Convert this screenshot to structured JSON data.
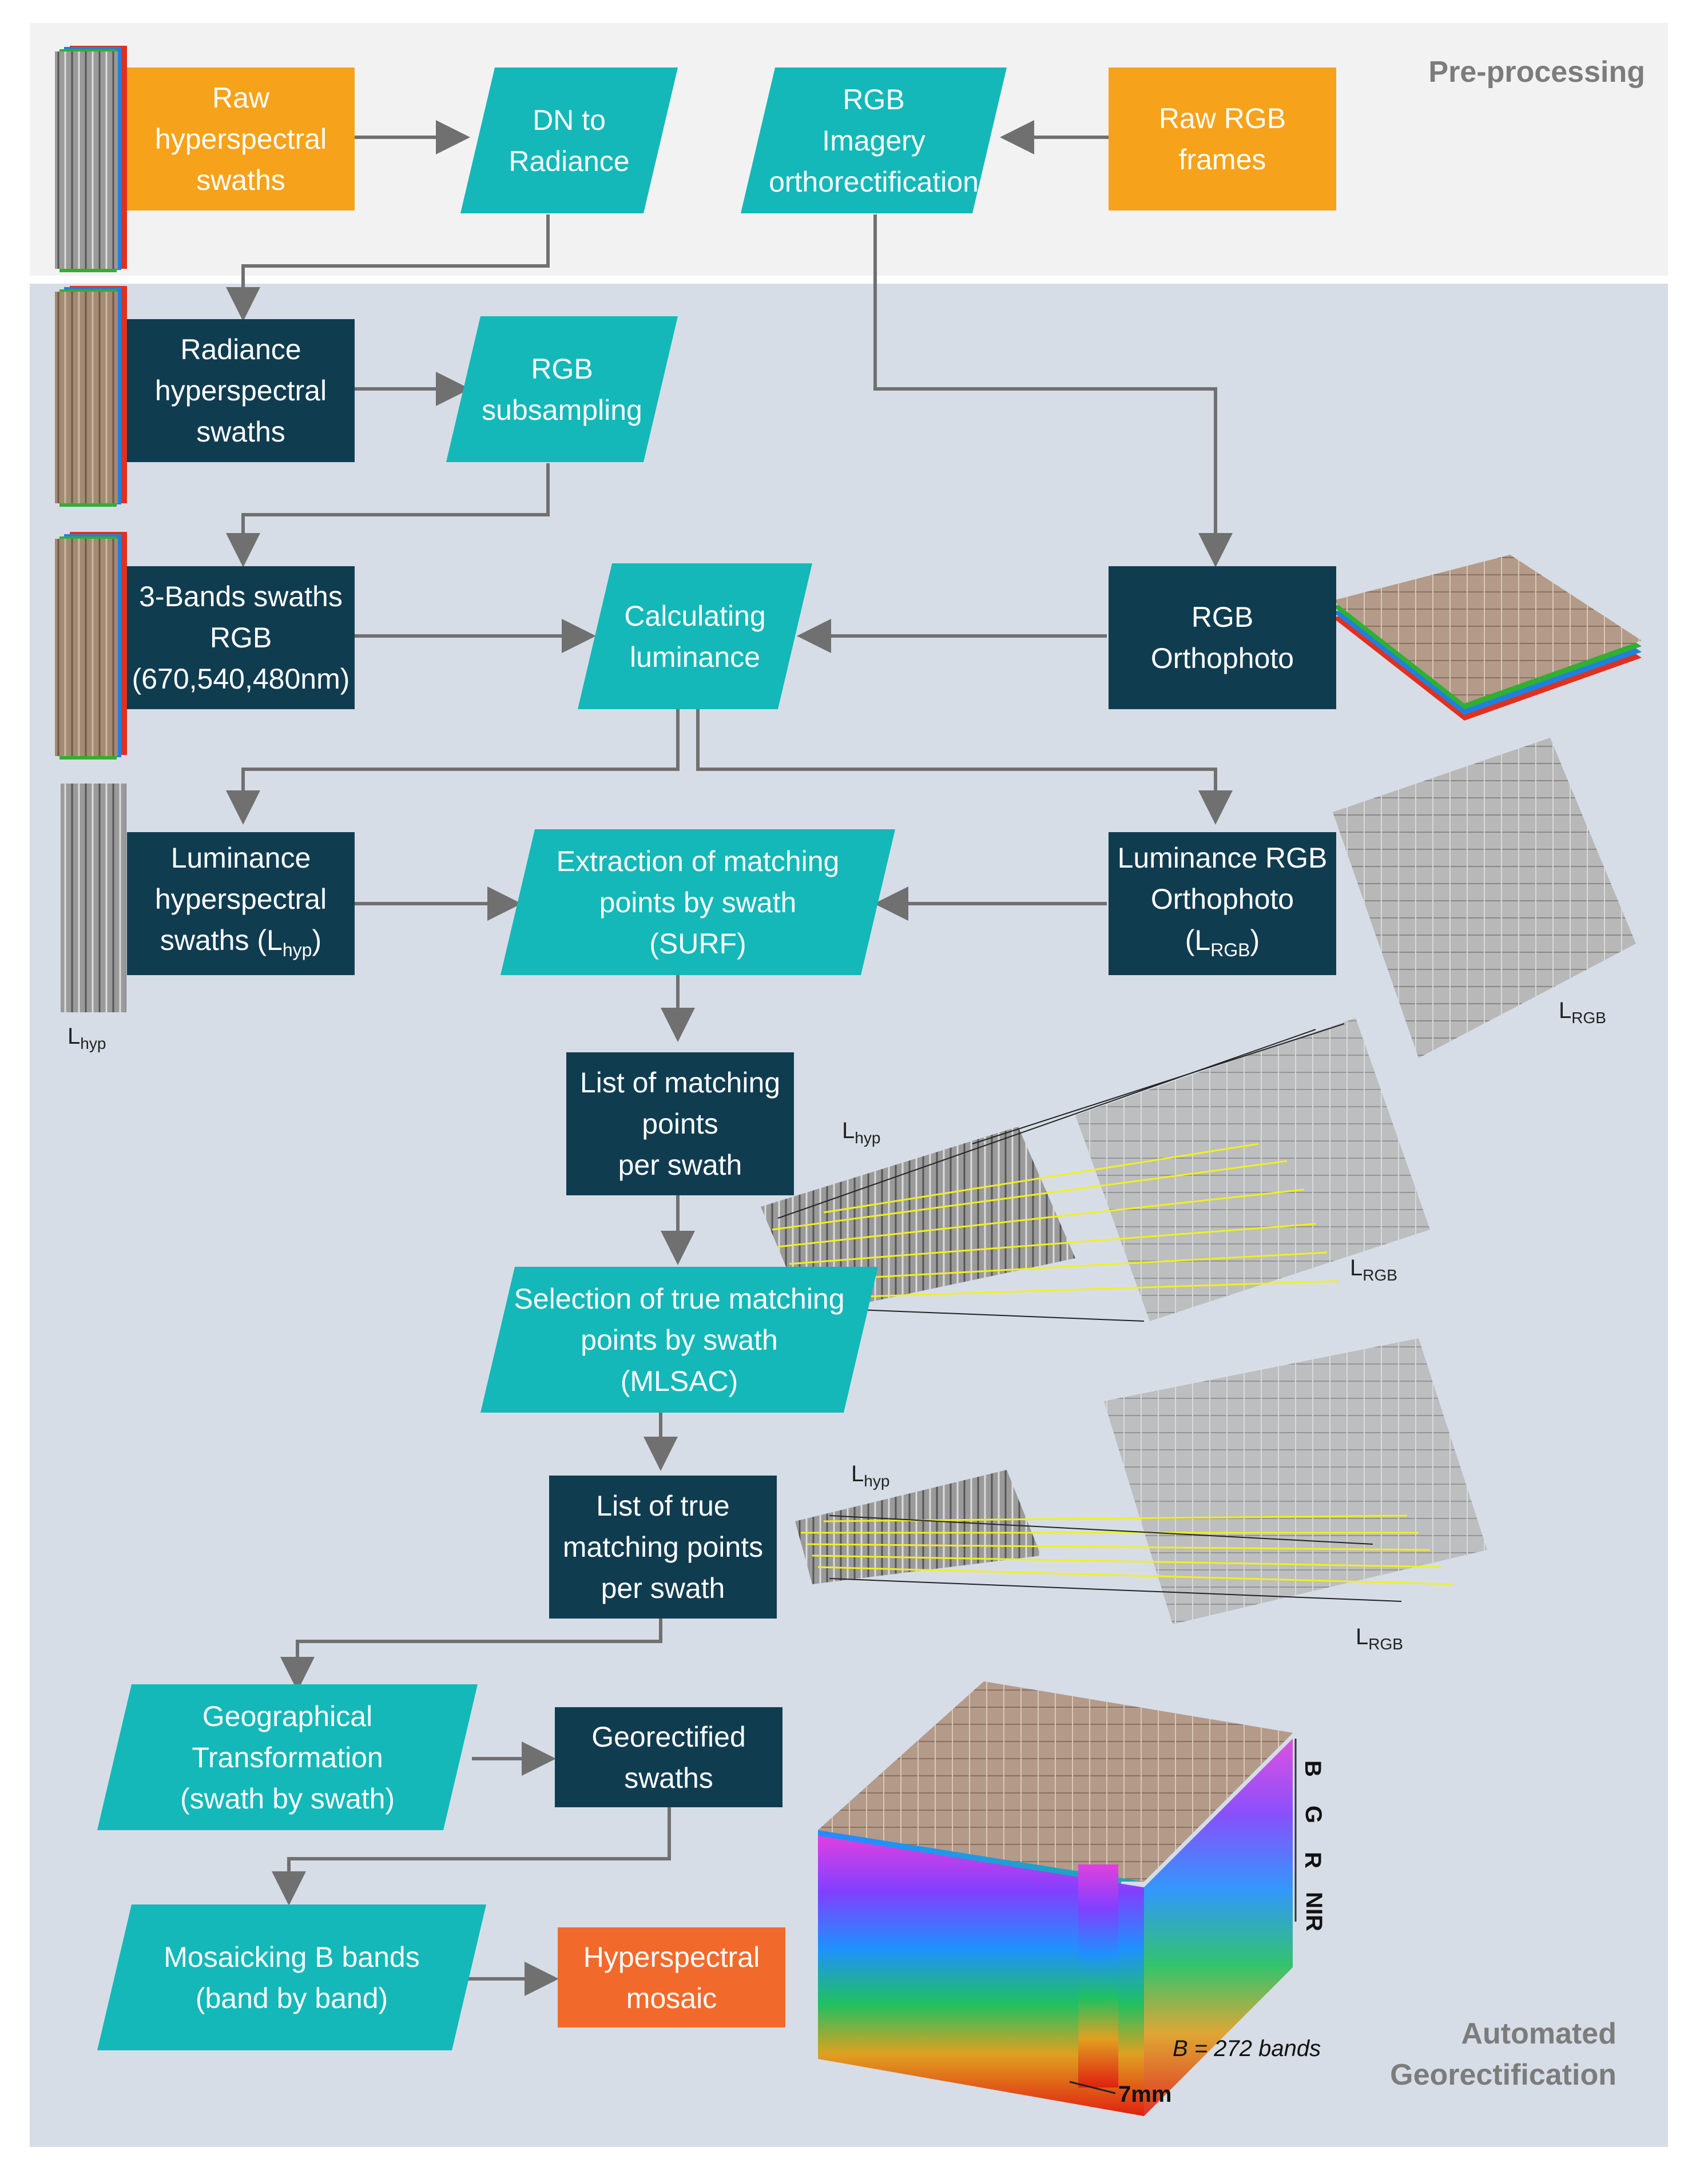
{
  "regions": {
    "preprocessing": "Pre-processing",
    "automated": "Automated\nGeorectification"
  },
  "nodes": {
    "raw_hyper": "Raw\nhyperspectral\nswaths",
    "dn_to_rad": "DN to\nRadiance",
    "rgb_ortho_rect": "RGB\nImagery\northorectification",
    "raw_rgb": "Raw RGB\nframes",
    "rad_hyper": "Radiance\nhyperspectral\nswaths",
    "rgb_sub": "RGB\nsubsampling",
    "three_bands": "3-Bands swaths\nRGB\n(670,540,480nm)",
    "calc_lum": "Calculating\nluminance",
    "rgb_orthophoto": "RGB\nOrthophoto",
    "lum_hyper_main": "Luminance\nhyperspectral\nswaths (L",
    "lum_hyper_sub": "hyp",
    "lum_hyper_end": ")",
    "extract": "Extraction of matching\npoints by swath\n(SURF)",
    "lum_rgb_main": "Luminance RGB\nOrthophoto\n(L",
    "lum_rgb_sub": "RGB",
    "lum_rgb_end": ")",
    "list_match": "List of matching\npoints\nper swath",
    "select_true": "Selection of true matching\npoints by swath\n(MLSAC)",
    "list_true": "List of true\nmatching points\nper swath",
    "geo_transform": "Geographical\nTransformation\n(swath by swath)",
    "georect": "Georectified\nswaths",
    "mosaic_b": "Mosaicking B bands\n(band by band)",
    "hyper_mosaic": "Hyperspectral\nmosaic"
  },
  "labels": {
    "L": "L",
    "hyp": "hyp",
    "RGB": "RGB",
    "bands": "B = 272 bands",
    "mm": "7mm",
    "B": "B",
    "G": "G",
    "R": "R",
    "NIR": "NIR"
  },
  "colors": {
    "orange": "#f6a21a",
    "teal": "#14b8b8",
    "dark": "#103c50",
    "red": "#f26a2b",
    "bg_pre": "#f2f2f2",
    "bg_auto": "#d6dde6",
    "arrow": "#707070"
  }
}
